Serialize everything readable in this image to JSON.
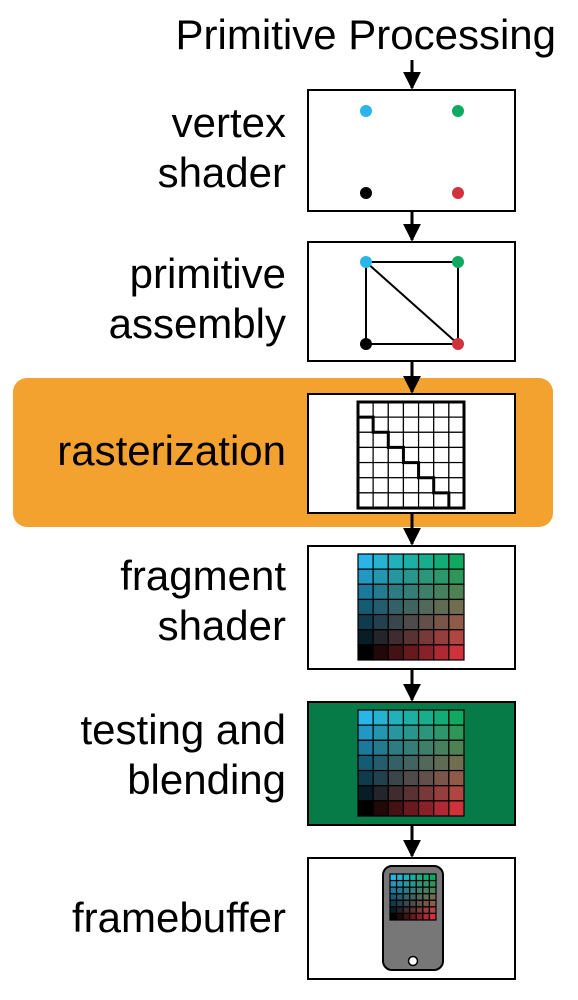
{
  "title": "Primitive Processing",
  "stages": [
    {
      "id": "vertex-shader",
      "label_lines": [
        "vertex",
        "shader"
      ]
    },
    {
      "id": "primitive-assembly",
      "label_lines": [
        "primitive",
        "assembly"
      ]
    },
    {
      "id": "rasterization",
      "label_lines": [
        "rasterization"
      ],
      "highlighted": true
    },
    {
      "id": "fragment-shader",
      "label_lines": [
        "fragment",
        "shader"
      ]
    },
    {
      "id": "testing-and-blending",
      "label_lines": [
        "testing and",
        "blending"
      ]
    },
    {
      "id": "framebuffer",
      "label_lines": [
        "framebuffer"
      ]
    }
  ],
  "colors": {
    "vertex_top_left": "#29b5e8",
    "vertex_top_right": "#0faa5f",
    "vertex_bottom_left": "#000000",
    "vertex_bottom_right": "#d0323c",
    "rasterization_highlight": "#f4a22f",
    "testing_blending_fill": "#067a47",
    "phone_body": "#777777"
  },
  "icons": {
    "vertex-shader": "four-colored-vertex-dots",
    "primitive-assembly": "two-triangles-square-mesh",
    "rasterization": "pixel-grid-with-staircase-edge",
    "fragment-shader": "color-gradient-pixel-grid",
    "testing-and-blending": "color-gradient-pixel-grid",
    "framebuffer": "smartphone-icon"
  }
}
